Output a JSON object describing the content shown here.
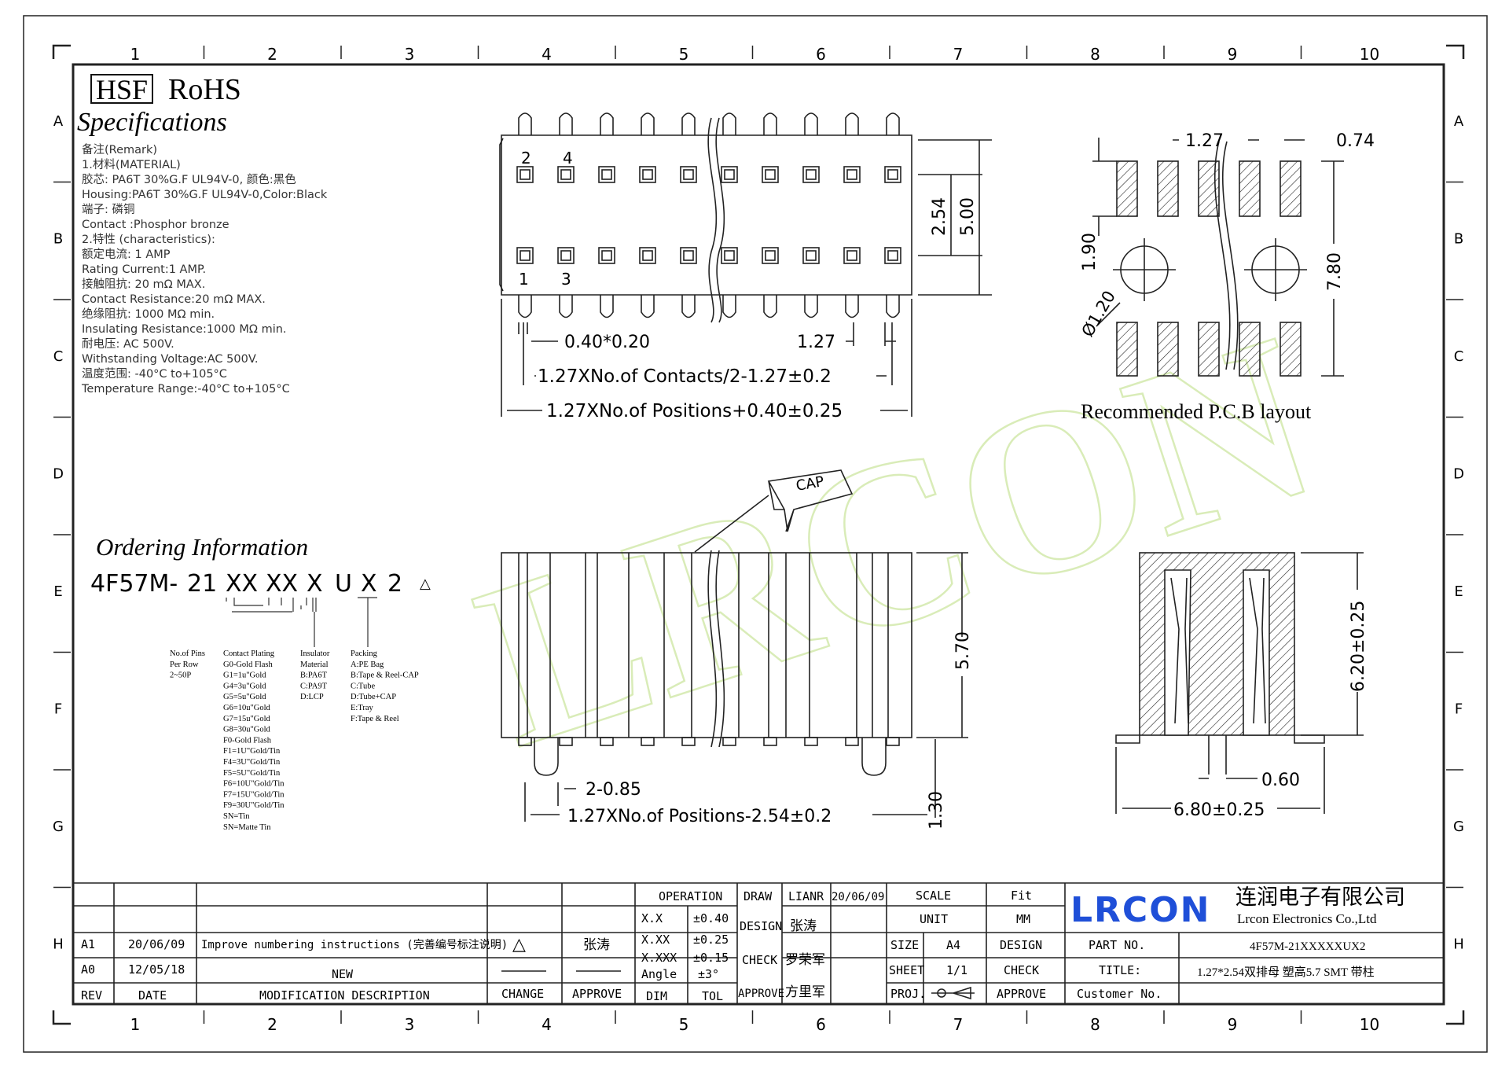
{
  "grid": {
    "cols": [
      "1",
      "2",
      "3",
      "4",
      "5",
      "6",
      "7",
      "8",
      "9",
      "10"
    ],
    "rows": [
      "A",
      "B",
      "C",
      "D",
      "E",
      "F",
      "G",
      "H"
    ]
  },
  "header": {
    "hsf": "HSF",
    "rohs": "RoHS",
    "title": "Specifications"
  },
  "specs": [
    "备注(Remark)",
    "1.材料(MATERIAL)",
    "胶芯: PA6T 30%G.F UL94V-0, 颜色:黑色",
    "Housing:PA6T 30%G.F UL94V-0,Color:Black",
    "端子: 磷铜",
    "Contact :Phosphor bronze",
    "2.特性 (characteristics):",
    "额定电流: 1 AMP",
    "Rating Current:1 AMP.",
    "接触阻抗: 20 mΩ MAX.",
    "Contact Resistance:20 mΩ MAX.",
    "绝缘阻抗: 1000 MΩ min.",
    "Insulating Resistance:1000 MΩ  min.",
    "耐电压: AC 500V.",
    "Withstanding Voltage:AC 500V.",
    "温度范围: -40°C to+105°C",
    "Temperature Range:-40°C to+105°C"
  ],
  "top_view": {
    "pin_2": "2",
    "pin_4": "4",
    "pin_1": "1",
    "pin_3": "3",
    "dim_254": "2.54",
    "dim_500": "5.00",
    "dim_pin": "0.40*0.20",
    "dim_127": "1.27",
    "dim_contacts": "1.27XNo.of Contacts/2-1.27±0.2",
    "dim_positions": "1.27XNo.of Positions+0.40±0.25"
  },
  "pcb": {
    "dim_127": "1.27",
    "dim_074": "0.74",
    "dim_190": "1.90",
    "dim_780": "7.80",
    "dim_hole": "Ø1.20",
    "caption": "Recommended P.C.B layout"
  },
  "front_view": {
    "cap": "CAP",
    "dim_570": "5.70",
    "dim_085": "2-0.85",
    "dim_pos": "1.27XNo.of Positions-2.54±0.2",
    "dim_130": "1.30"
  },
  "side_view": {
    "dim_620": "6.20±0.25",
    "dim_060": "0.60",
    "dim_680": "6.80±0.25"
  },
  "ordering": {
    "title": "Ordering Information",
    "part": [
      "4F57M-",
      "21",
      "XX",
      "XX",
      "X",
      "U",
      "X",
      "2"
    ],
    "col1": [
      "No.of Pins",
      "Per Row",
      "2~50P"
    ],
    "col2": [
      "Contact Plating",
      "G0-Gold Flash",
      "G1=1u\"Gold",
      "G4=3u\"Gold",
      "G5=5u\"Gold",
      "G6=10u\"Gold",
      "G7=15u\"Gold",
      "G8=30u\"Gold",
      "F0-Gold Flash",
      "F1=1U\"Gold/Tin",
      "F4=3U\"Gold/Tin",
      "F5=5U\"Gold/Tin",
      "F6=10U\"Gold/Tin",
      "F7=15U\"Gold/Tin",
      "F9=30U\"Gold/Tin",
      "SN=Tin",
      "SN=Matte Tin"
    ],
    "col3": [
      "Insulator",
      "Material",
      "B:PA6T",
      "C:PA9T",
      "D:LCP"
    ],
    "col4": [
      "Packing",
      "A:PE Bag",
      "B:Tape & Reel-CAP",
      "C:Tube",
      "D:Tube+CAP",
      "E:Tray",
      "F:Tape & Reel"
    ]
  },
  "title_block": {
    "rev_rows": [
      {
        "rev": "A1",
        "date": "20/06/09",
        "desc": "Improve numbering instructions (完善编号标注说明)",
        "approve": "张涛"
      },
      {
        "rev": "A0",
        "date": "12/05/18",
        "desc": "NEW",
        "approve": ""
      }
    ],
    "rev_hdr": {
      "rev": "REV",
      "date": "DATE",
      "desc": "MODIFICATION DESCRIPTION",
      "change": "CHANGE",
      "approve": "APPROVE"
    },
    "op": {
      "title": "OPERATION",
      "xx": "X.X",
      "xx_tol": "±0.40",
      "xxx": "X.XX",
      "xxx_tol": "±0.25",
      "xxxx": "X.XXX",
      "xxxx_tol": "±0.15",
      "angle": "Angle",
      "angle_tol": "±3°",
      "dim": "DIM",
      "tol": "TOL"
    },
    "draw": {
      "draw": "DRAW",
      "draw_name": "LIANR",
      "draw_date": "20/06/09",
      "design": "DESIGN",
      "design_name": "张涛",
      "check": "CHECK",
      "check_name": "罗荣军",
      "approve": "APPROVE",
      "approve_name": "方里军"
    },
    "scale": {
      "scale": "SCALE",
      "fit": "Fit",
      "unit": "UNIT",
      "mm": "MM",
      "size": "SIZE",
      "a4": "A4",
      "design": "DESIGN",
      "sheet": "SHEET",
      "sheet_val": "1/1",
      "check": "CHECK",
      "proj": "PROJ.",
      "approve": "APPROVE"
    },
    "company": {
      "logo": "LRCON",
      "cn": "连润电子有限公司",
      "en": "Lrcon Electronics Co.,Ltd"
    },
    "part": {
      "part_no": "PART NO.",
      "part_val": "4F57M-21XXXXXUX2",
      "title": "TITLE:",
      "title_val": "1.27*2.54双排母 塑高5.7 SMT 带柱",
      "customer": "Customer No."
    }
  },
  "watermark": "LRCON",
  "colors": {
    "logo_blue": "#1f4fd8",
    "watermark": "#d9ecb8"
  }
}
